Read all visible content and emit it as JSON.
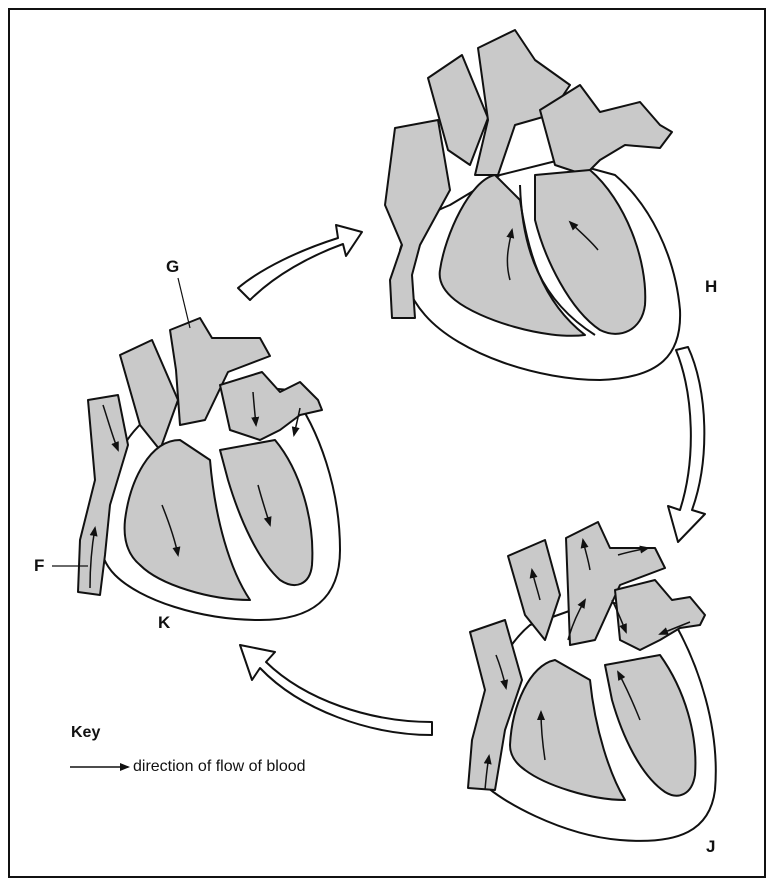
{
  "labels": {
    "G": "G",
    "H": "H",
    "F": "F",
    "K": "K",
    "J": "J"
  },
  "key": {
    "title": "Key",
    "arrow_meaning": "direction of flow of blood"
  },
  "colors": {
    "chamber_fill": "#c9c9c9",
    "outline": "#111111",
    "background": "#ffffff"
  }
}
